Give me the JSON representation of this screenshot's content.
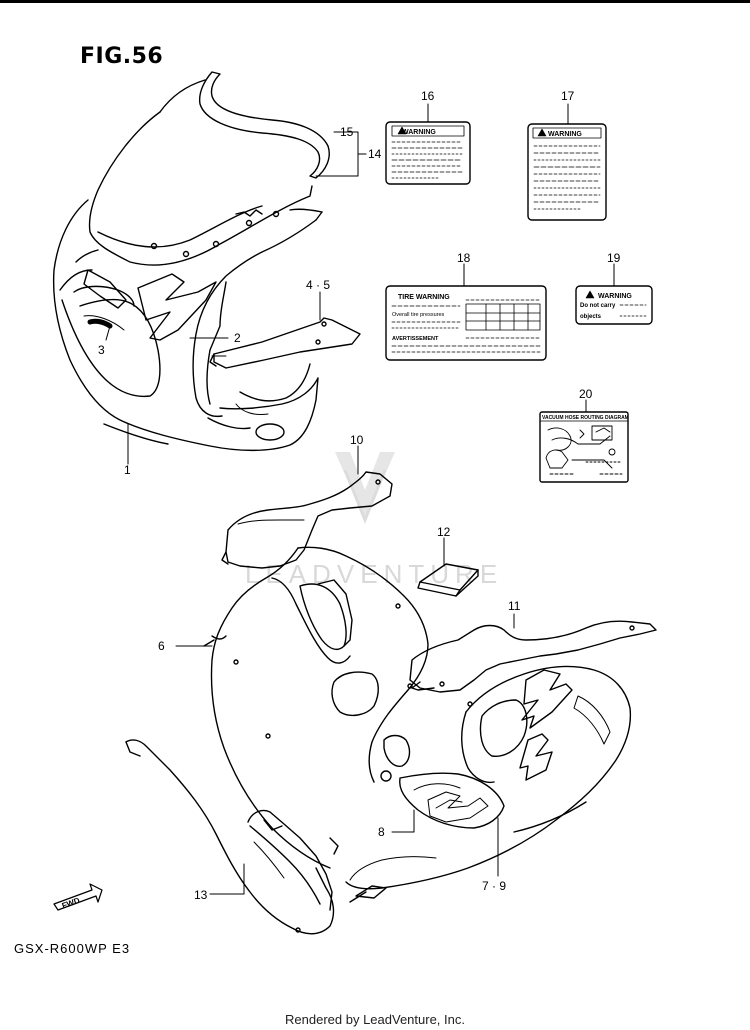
{
  "figure": {
    "title": "FIG.56",
    "model_code": "GSX-R600WP E3",
    "footer": "Rendered by LeadVenture, Inc.",
    "watermark": "LEADVENTURE",
    "fwd_label": "FWD"
  },
  "callouts": {
    "c1": "1",
    "c2": "2",
    "c3": "3",
    "c45": "4 · 5",
    "c6": "6",
    "c7_9": "7 · 9",
    "c8": "8",
    "c10": "10",
    "c11": "11",
    "c12": "12",
    "c13": "13",
    "c14": "14",
    "c15": "15",
    "c16": "16",
    "c17": "17",
    "c18": "18",
    "c19": "19",
    "c20": "20"
  },
  "labels": {
    "warning_16": "WARNING",
    "warning_17": "WARNING",
    "tire_warning": "TIRE WARNING",
    "tire_row_a": "Overall tire pressures",
    "tire_row_b": "AVERTISSEMENT",
    "warning_19": "WARNING",
    "label19_line1": "Do not carry",
    "label19_line2": "objects",
    "vacuum_title": "VACUUM HOSE ROUTING DIAGRAM"
  },
  "colors": {
    "line": "#000000",
    "watermark": "#d8d8d8",
    "background": "#ffffff"
  }
}
